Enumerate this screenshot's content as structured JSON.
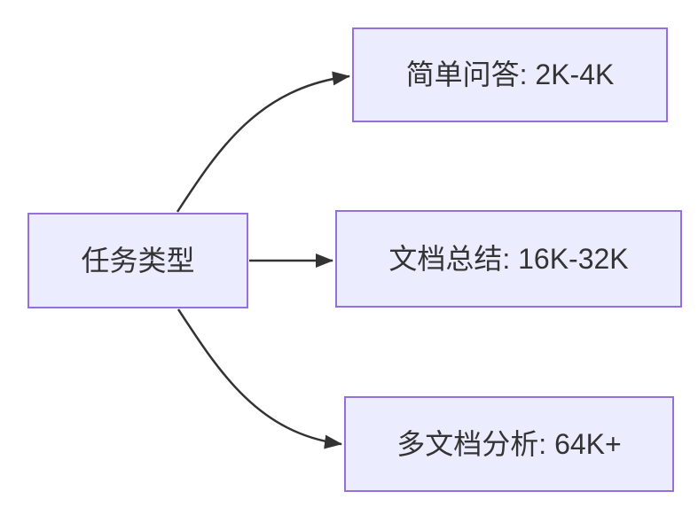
{
  "diagram": {
    "type": "flowchart",
    "direction": "left-to-right",
    "nodes": [
      {
        "id": "task-type",
        "label": "任务类型",
        "role": "source"
      },
      {
        "id": "simple-qa",
        "label": "简单问答: 2K-4K",
        "role": "target"
      },
      {
        "id": "doc-summary",
        "label": "文档总结: 16K-32K",
        "role": "target"
      },
      {
        "id": "multi-doc",
        "label": "多文档分析: 64K+",
        "role": "target"
      }
    ],
    "edges": [
      {
        "from": "任务类型",
        "to": "简单问答: 2K-4K"
      },
      {
        "from": "任务类型",
        "to": "文档总结: 16K-32K"
      },
      {
        "from": "任务类型",
        "to": "多文档分析: 64K+"
      }
    ],
    "colors": {
      "background": "#ffffff",
      "node_fill": "#ECECFF",
      "node_border": "#9370DB",
      "edge_stroke": "#333333",
      "text": "#333333"
    }
  }
}
